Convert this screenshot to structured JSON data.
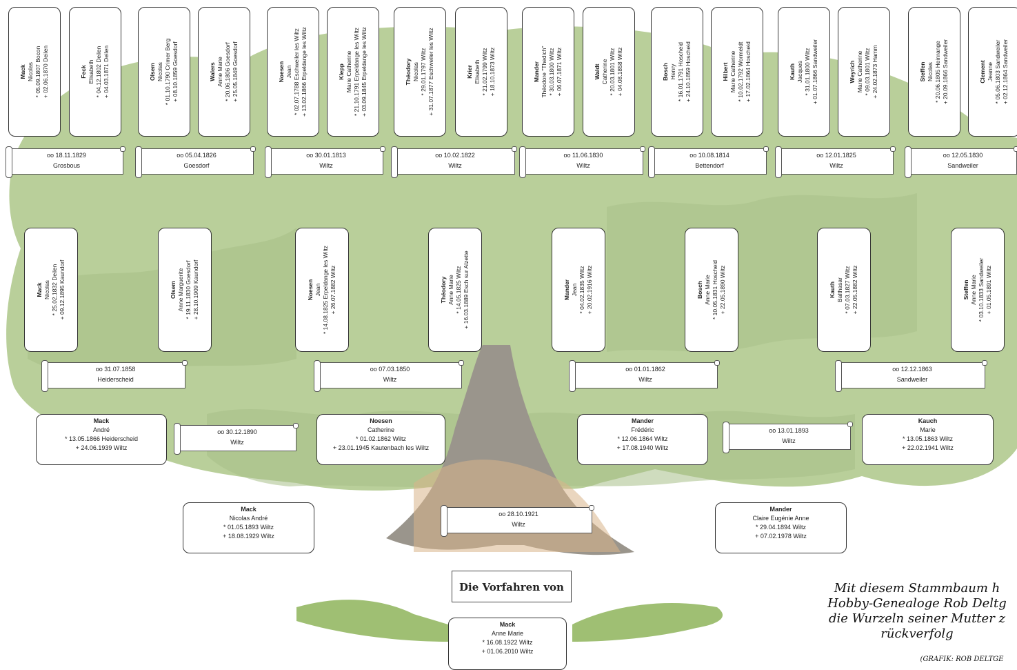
{
  "banner": {
    "title": "Die Vorfahren von"
  },
  "caption": {
    "line1": "Mit diesem Stammbaum h",
    "line2": "Hobby-Genealoge Rob Deltg",
    "line3": "die Wurzeln seiner Mutter z",
    "line4": "rückverfolg",
    "credit": "(GRAFIK: ROB DELTGE"
  },
  "generation1": [
    {
      "surname": "Mack",
      "given": "Nicolas",
      "birth": "* 05.09.1807 Bocon",
      "death": "+ 02.06.1870 Deilen"
    },
    {
      "surname": "Feck",
      "given": "Elisabeth",
      "birth": "* 04.12.1802 Deilen",
      "death": "+ 04.03.1871 Deilen"
    },
    {
      "surname": "Olsem",
      "given": "Nicolas",
      "birth": "* 01.10.1790 Crimer Berg",
      "death": "+ 08.10.1859 Goesdorf"
    },
    {
      "surname": "Walers",
      "given": "Anne Marie",
      "birth": "* 20.06.1806 Goesdorf",
      "death": "+ 25.05.1849 Goesdorf"
    },
    {
      "surname": "Noesen",
      "given": "Jean",
      "birth": "* 02.07.1788 Eschweiler les Wiltz",
      "death": "+ 13.02.1866 Erpeldange les Wiltz"
    },
    {
      "surname": "Klepp",
      "given": "Marie Catherine",
      "birth": "* 21.10.1791 Erpeldange les Wiltz",
      "death": "+ 03.09.1845 Erpeldange les Wiltz"
    },
    {
      "surname": "Théodory",
      "given": "Nicolas",
      "birth": "* 29.01.1797 Wiltz",
      "death": "+ 31.07.1877 Eschweiler les Wiltz"
    },
    {
      "surname": "Krier",
      "given": "Elisabeth",
      "birth": "* 21.02.1799 Wiltz",
      "death": "+ 18.10.1873 Wiltz"
    },
    {
      "surname": "Mander",
      "given": "Théodore \"Thedich\"",
      "birth": "* 30.03.1800 Wiltz",
      "death": "+ 06.07.1871 Wiltz"
    },
    {
      "surname": "Waldt",
      "given": "Catherine",
      "birth": "* 20.03.1801 Wiltz",
      "death": "+ 04.08.1858 Wiltz"
    },
    {
      "surname": "Bosch",
      "given": "Henry",
      "birth": "* 16.01.1791 Hoscheid",
      "death": "+ 24.10.1859 Hoscheid"
    },
    {
      "surname": "Hilbert",
      "given": "Marie Catherine",
      "birth": "* 10.02.1792 Wormeldt",
      "death": "+ 17.02.1864 Hoscheid"
    },
    {
      "surname": "Kauth",
      "given": "Jacques",
      "birth": "* 31.01.1800 Wiltz",
      "death": "+ 01.07.1866 Sandweiler"
    },
    {
      "surname": "Weyrich",
      "given": "Marie Catherine",
      "birth": "* 09.03.1801 Wiltz",
      "death": "+ 24.02.1873 Hamm"
    },
    {
      "surname": "Steffen",
      "given": "Nicolas",
      "birth": "* 20.06.1805 Heinrange",
      "death": "+ 20.09.1866 Sandweiler"
    },
    {
      "surname": "Clement",
      "given": "Jeanne",
      "birth": "* 05.06.1803 Sandweiler",
      "death": "+ 02.12.1864 Sandweiler"
    }
  ],
  "marriages1": [
    {
      "date": "oo 18.11.1829",
      "place": "Grosbous"
    },
    {
      "date": "oo 05.04.1826",
      "place": "Goesdorf"
    },
    {
      "date": "oo 30.01.1813",
      "place": "Wiltz"
    },
    {
      "date": "oo 10.02.1822",
      "place": "Wiltz"
    },
    {
      "date": "oo 11.06.1830",
      "place": "Wiltz"
    },
    {
      "date": "oo 10.08.1814",
      "place": "Bettendorf"
    },
    {
      "date": "oo 12.01.1825",
      "place": "Wiltz"
    },
    {
      "date": "oo 12.05.1830",
      "place": "Sandweiler"
    }
  ],
  "generation2": [
    {
      "surname": "Mack",
      "given": "Nicolas",
      "birth": "* 25.02.1832 Deilen",
      "death": "+ 09.12.1895 Kaundorf"
    },
    {
      "surname": "Olsem",
      "given": "Anne Marguerite",
      "birth": "* 19.11.1830 Goesdorf",
      "death": "+ 28.10.1909 Kaundorf"
    },
    {
      "surname": "Noesen",
      "given": "Jean",
      "birth": "* 14.08.1825 Erpeldange les Wiltz",
      "death": "+ 26.07.1882 Wiltz"
    },
    {
      "surname": "Théodory",
      "given": "Anne Marie",
      "birth": "* 14.05.1825 Wiltz",
      "death": "+ 16.03.1889 Esch sur Alzette"
    },
    {
      "surname": "Mander",
      "given": "Jean",
      "birth": "* 04.02.1835 Wiltz",
      "death": "+ 20.02.1916 Wiltz"
    },
    {
      "surname": "Bosch",
      "given": "Anne Marie",
      "birth": "* 10.05.1831 Hoscheid",
      "death": "+ 22.05.1890 Wiltz"
    },
    {
      "surname": "Kauth",
      "given": "Balthasar",
      "birth": "* 07.03.1827 Wiltz",
      "death": "+ 22.05.1882 Wiltz"
    },
    {
      "surname": "Steffen",
      "given": "Anne Marie",
      "birth": "* 03.10.1833 Sandweiler",
      "death": "+ 01.05.1891 Wiltz"
    }
  ],
  "marriages2": [
    {
      "date": "oo 31.07.1858",
      "place": "Heiderscheid"
    },
    {
      "date": "oo 07.03.1850",
      "place": "Wiltz"
    },
    {
      "date": "oo 01.01.1862",
      "place": "Wiltz"
    },
    {
      "date": "oo 12.12.1863",
      "place": "Sandweiler"
    }
  ],
  "generation3": [
    {
      "surname": "Mack",
      "given": "André",
      "birth": "* 13.05.1866 Heiderscheid",
      "death": "+ 24.06.1939 Wiltz"
    },
    {
      "surname": "Noesen",
      "given": "Catherine",
      "birth": "* 01.02.1862 Wiltz",
      "death": "+ 23.01.1945 Kautenbach les Wiltz"
    },
    {
      "surname": "Mander",
      "given": "Frédéric",
      "birth": "* 12.06.1864 Wiltz",
      "death": "+ 17.08.1940 Wiltz"
    },
    {
      "surname": "Kauch",
      "given": "Marie",
      "birth": "* 13.05.1863 Wiltz",
      "death": "+ 22.02.1941 Wiltz"
    }
  ],
  "marriages3": [
    {
      "date": "oo 30.12.1890",
      "place": "Wiltz"
    },
    {
      "date": "oo 13.01.1893",
      "place": "Wiltz"
    }
  ],
  "generation4": [
    {
      "surname": "Mack",
      "given": "Nicolas André",
      "birth": "* 01.05.1893 Wiltz",
      "death": "+ 18.08.1929 Wiltz"
    },
    {
      "surname": "Mander",
      "given": "Claire Eugénie Anne",
      "birth": "* 29.04.1894 Wiltz",
      "death": "+ 07.02.1978 Wiltz"
    }
  ],
  "marriage4": {
    "date": "oo 28.10.1921",
    "place": "Wiltz"
  },
  "root": {
    "surname": "Mack",
    "given": "Anne Marie",
    "birth": "* 16.08.1922 Wiltz",
    "death": "+ 01.06.2010 Wiltz"
  },
  "colors": {
    "foliage": "#b9cf9a",
    "foliage_dark": "#a8c088",
    "trunk": "#9a958c",
    "roots": "#d9b48a",
    "grass": "#9fbf73"
  }
}
